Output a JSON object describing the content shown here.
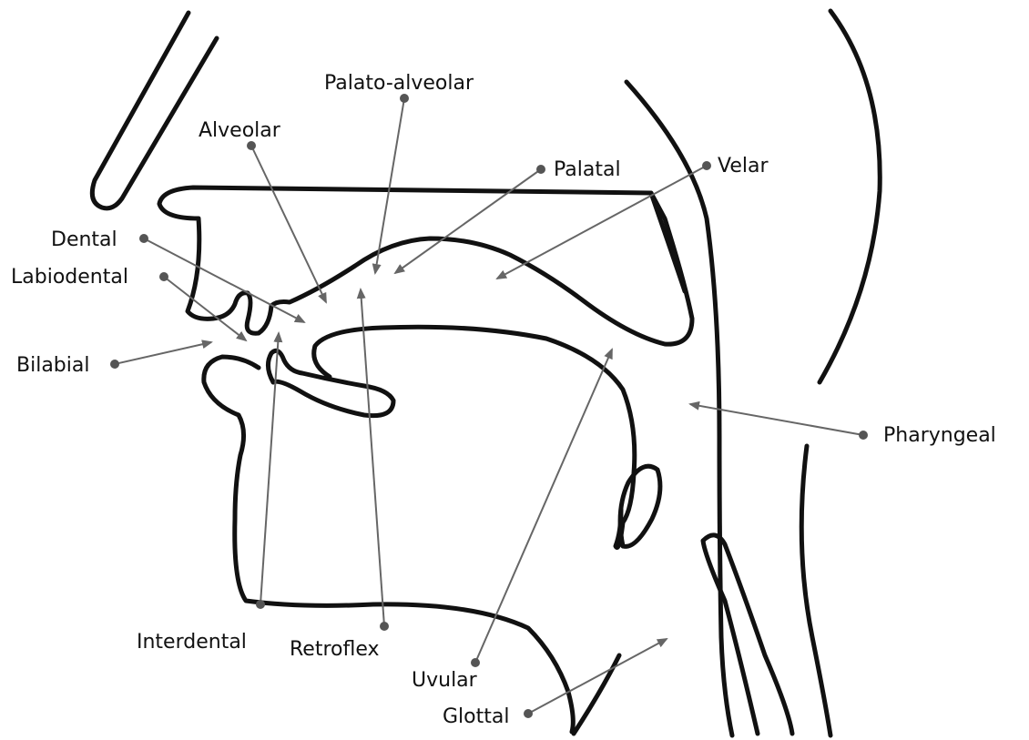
{
  "labels": {
    "palato_alveolar": "Palato-alveolar",
    "alveolar": "Alveolar",
    "palatal": "Palatal",
    "velar": "Velar",
    "dental": "Dental",
    "labiodental": "Labiodental",
    "bilabial": "Bilabial",
    "pharyngeal": "Pharyngeal",
    "interdental": "Interdental",
    "retroflex": "Retroflex",
    "uvular": "Uvular",
    "glottal": "Glottal"
  },
  "colors": {
    "outline": "#111111",
    "pointer": "#666666",
    "dot": "#555555",
    "text": "#111111",
    "background": "#ffffff"
  }
}
